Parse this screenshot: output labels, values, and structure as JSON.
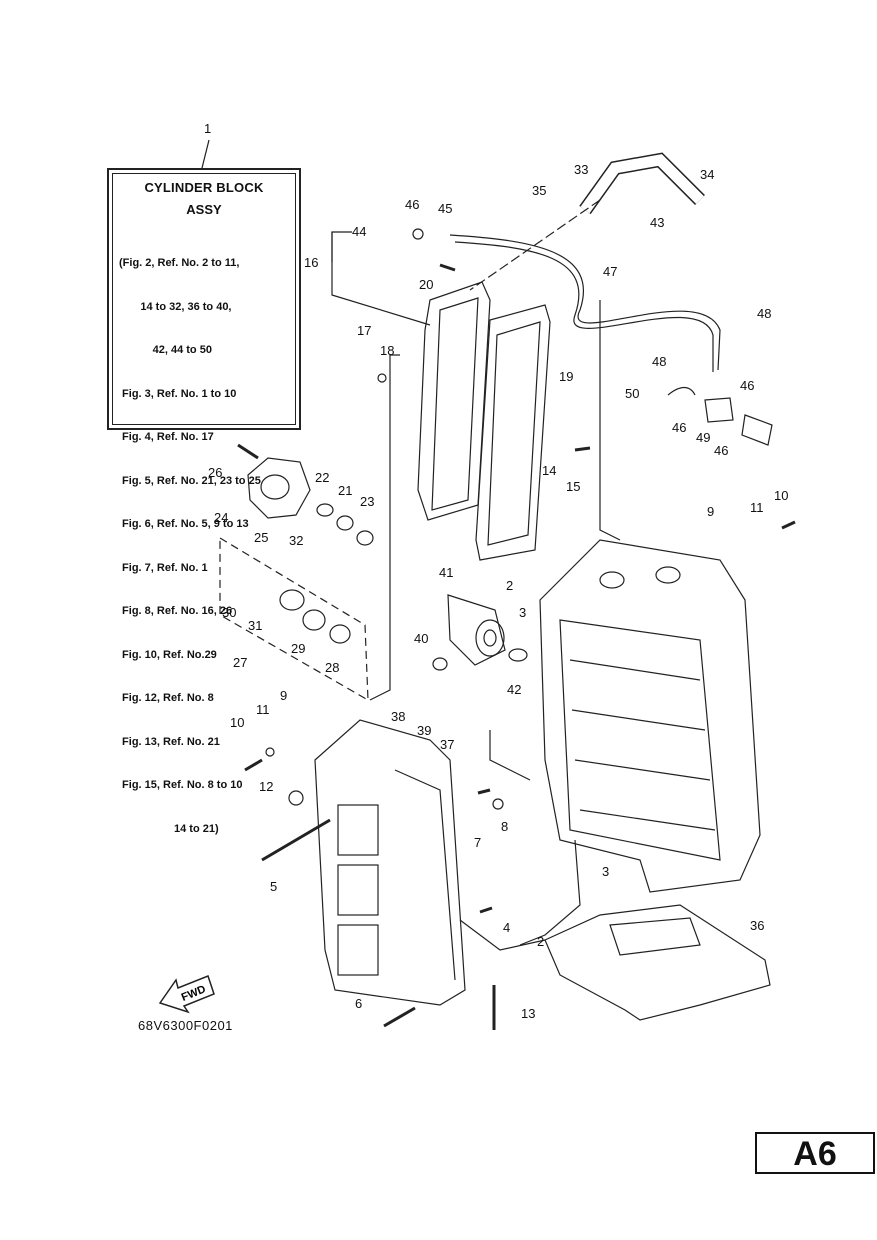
{
  "legend": {
    "title": "CYLINDER BLOCK",
    "subtitle": "ASSY",
    "lines": [
      "(Fig. 2, Ref. No. 2 to 11,",
      "       14 to 32, 36 to 40,",
      "           42, 44 to 50",
      " Fig. 3, Ref. No. 1 to 10",
      " Fig. 4, Ref. No. 17",
      " Fig. 5, Ref. No. 21, 23 to 25",
      " Fig. 6, Ref. No. 5, 9 to 13",
      " Fig. 7, Ref. No. 1",
      " Fig. 8, Ref. No. 16, 26",
      " Fig. 10, Ref. No.29",
      " Fig. 12, Ref. No. 8",
      " Fig. 13, Ref. No. 21",
      " Fig. 15, Ref. No. 8 to 10",
      "                  14 to 21)"
    ]
  },
  "callouts": {
    "c1": "1",
    "c2a": "2",
    "c2b": "2",
    "c3a": "3",
    "c3b": "3",
    "c4": "4",
    "c5": "5",
    "c6": "6",
    "c7": "7",
    "c8": "8",
    "c9a": "9",
    "c9b": "9",
    "c10a": "10",
    "c10b": "10",
    "c11a": "11",
    "c11b": "11",
    "c12": "12",
    "c13": "13",
    "c14": "14",
    "c15": "15",
    "c16": "16",
    "c17": "17",
    "c18": "18",
    "c19": "19",
    "c20": "20",
    "c21": "21",
    "c22": "22",
    "c23": "23",
    "c24": "24",
    "c25": "25",
    "c26": "26",
    "c27": "27",
    "c28": "28",
    "c29": "29",
    "c30": "30",
    "c31": "31",
    "c32": "32",
    "c33": "33",
    "c34": "34",
    "c35": "35",
    "c36": "36",
    "c37": "37",
    "c38": "38",
    "c39": "39",
    "c40": "40",
    "c41": "41",
    "c42": "42",
    "c43": "43",
    "c44": "44",
    "c45": "45",
    "c46a": "46",
    "c46b": "46",
    "c46c": "46",
    "c46d": "46",
    "c47": "47",
    "c48a": "48",
    "c48b": "48",
    "c49": "49",
    "c50": "50"
  },
  "fwd_label": "FWD",
  "diagram_code": "68V6300F0201",
  "page_label": "A6"
}
